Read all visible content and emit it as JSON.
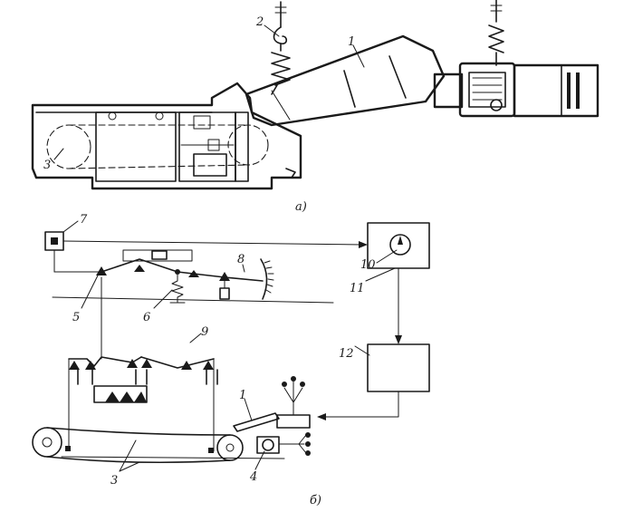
{
  "top": {
    "sublabel": "а)",
    "labels": [
      "1",
      "2",
      "3"
    ]
  },
  "bottom": {
    "sublabel": "б)",
    "labels": [
      "1",
      "3",
      "4",
      "5",
      "6",
      "7",
      "8",
      "9",
      "10",
      "11",
      "12"
    ]
  }
}
